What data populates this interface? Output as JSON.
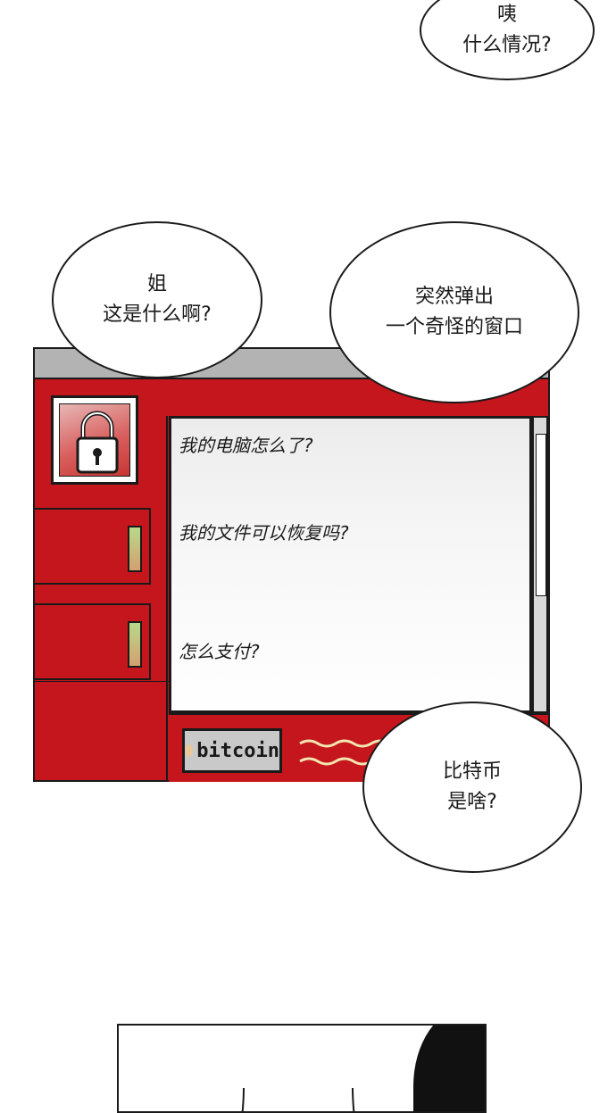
{
  "bubbles": {
    "top": {
      "line1": "咦",
      "line2": "什么情况?"
    },
    "left": {
      "line1": "姐",
      "line2": "这是什么啊?"
    },
    "right": {
      "line1": "突然弹出",
      "line2": "一个奇怪的窗口"
    },
    "bottom": {
      "line1": "比特币",
      "line2": "是啥?"
    }
  },
  "window": {
    "messages": [
      "我的电脑怎么了?",
      "我的文件可以恢复吗?",
      "怎么支付?"
    ],
    "pay_button_label": "bitcoin",
    "colors": {
      "frame": "#c4161c",
      "titlebar": "#b3b3b3",
      "lock_bg": "#d8605e",
      "led": "#b8d88a"
    },
    "icons": [
      "padlock-icon"
    ]
  }
}
